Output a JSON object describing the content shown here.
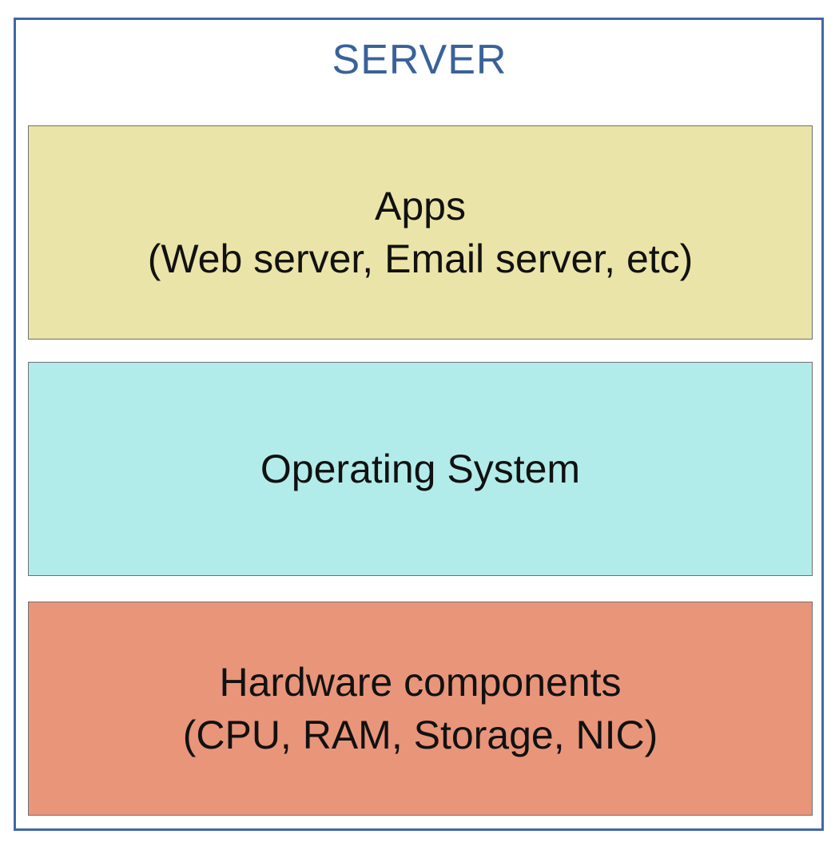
{
  "server": {
    "title": "SERVER",
    "border_color": "#3f68a8",
    "title_color": "#3a6299"
  },
  "layers": [
    {
      "name": "apps",
      "lines": [
        "Apps",
        "(Web server, Email server, etc)"
      ],
      "color": "#ebe4a8"
    },
    {
      "name": "operating-system",
      "lines": [
        "Operating System"
      ],
      "color": "#b2ecea"
    },
    {
      "name": "hardware",
      "lines": [
        "Hardware components",
        "(CPU, RAM, Storage, NIC)"
      ],
      "color": "#e8957a"
    }
  ]
}
